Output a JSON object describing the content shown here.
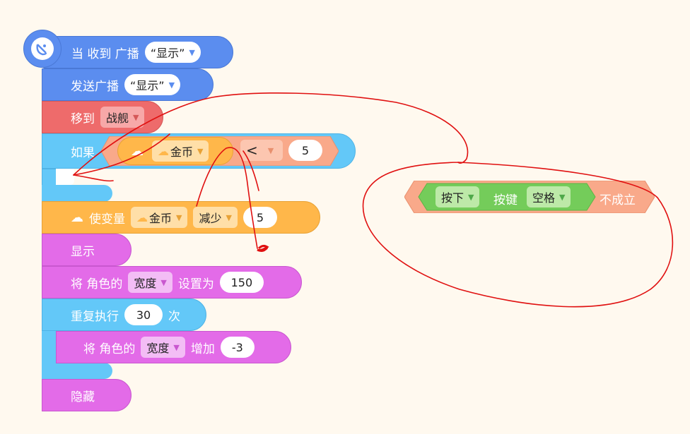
{
  "colors": {
    "event": "#5b8def",
    "motion": "#ee6b6b",
    "control": "#63c8f8",
    "data": "#ffb74a",
    "looks": "#e36be8",
    "operator": "#f9a98a",
    "sensor": "#74cc5a",
    "annotation": "#e01010",
    "background": "#fff9ef"
  },
  "event_block": {
    "icon": "broadcast-receive-icon",
    "label": "当 收到 广播",
    "message": "“显示”"
  },
  "broadcast_block": {
    "label": "发送广播",
    "message": "“显示”"
  },
  "move_block": {
    "label": "移到",
    "target": "战舰"
  },
  "if_block": {
    "label": "如果",
    "condition": {
      "variable_icon": "cloud-variable-icon",
      "variable": "金币",
      "operator": "<",
      "value": "5"
    }
  },
  "change_var_block": {
    "icon": "cloud-variable-icon",
    "label": "使变量",
    "variable": "金币",
    "action": "减少",
    "value": "5"
  },
  "show_block": {
    "label": "显示"
  },
  "set_size_block": {
    "label": "将 角色的",
    "property": "宽度",
    "action": "设置为",
    "value": "150"
  },
  "repeat_block": {
    "label": "重复执行",
    "times": "30",
    "unit": "次"
  },
  "change_size_block": {
    "label": "将 角色的",
    "property": "宽度",
    "action": "增加",
    "value": "-3"
  },
  "hide_block": {
    "label": "隐藏"
  },
  "floating_condition": {
    "key_action": "按下",
    "key_label": "按键",
    "key": "空格",
    "suffix": "不成立"
  }
}
